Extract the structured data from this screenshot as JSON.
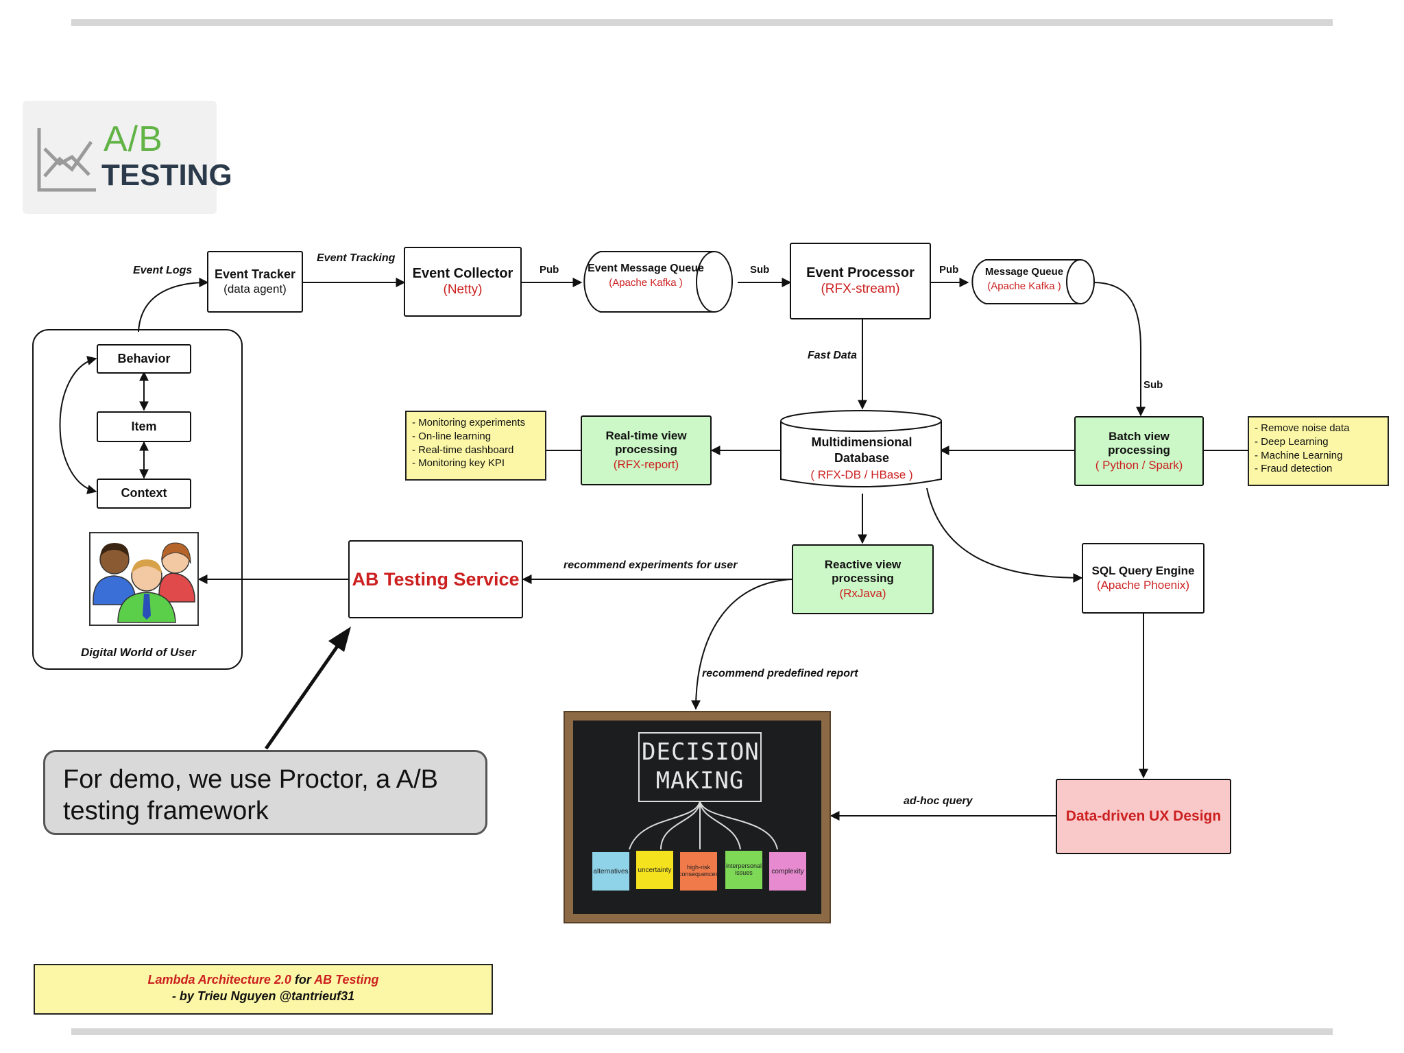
{
  "logo": {
    "line1": "A/B",
    "line2": "TESTING",
    "icon": "chart-trend-icon"
  },
  "user_world": {
    "behavior": "Behavior",
    "item": "Item",
    "context": "Context",
    "caption": "Digital World of User",
    "icon": "users-group-icon"
  },
  "nodes": {
    "event_tracker": {
      "title": "Event Tracker",
      "sub": "(data agent)"
    },
    "event_collector": {
      "title": "Event Collector",
      "sub": "(Netty)"
    },
    "event_mq": {
      "title": "Event Message Queue",
      "sub": "(Apache Kafka )"
    },
    "event_processor": {
      "title": "Event Processor",
      "sub": "(RFX-stream)"
    },
    "mq": {
      "title": "Message Queue",
      "sub": "(Apache Kafka )"
    },
    "database": {
      "title": "Multidimensional Database",
      "sub": "( RFX-DB / HBase )"
    },
    "realtime": {
      "title": "Real-time view processing",
      "sub": "(RFX-report)"
    },
    "batch": {
      "title": "Batch view processing",
      "sub": "( Python / Spark)"
    },
    "reactive": {
      "title": "Reactive view processing",
      "sub": "(RxJava)"
    },
    "sql": {
      "title": "SQL Query Engine",
      "sub": "(Apache Phoenix)"
    },
    "ab_service": {
      "title": "AB Testing Service"
    },
    "ux": {
      "title": "Data-driven UX Design"
    }
  },
  "edges": {
    "event_logs": "Event Logs",
    "event_tracking": "Event Tracking",
    "pub1": "Pub",
    "sub1": "Sub",
    "pub2": "Pub",
    "sub2": "Sub",
    "fast_data": "Fast Data",
    "recommend_experiments": "recommend experiments for user",
    "recommend_report": "recommend predefined report",
    "adhoc": "ad-hoc query"
  },
  "notes": {
    "left": [
      "- Monitoring experiments",
      "- On-line learning",
      "- Real-time dashboard",
      "- Monitoring key KPI"
    ],
    "right": [
      "- Remove noise data",
      "- Deep Learning",
      "- Machine Learning",
      "- Fraud detection"
    ]
  },
  "chalkboard": {
    "title_line1": "DECISION",
    "title_line2": "MAKING",
    "stickies": [
      {
        "text": "alternatives",
        "color": "#8fd3e8"
      },
      {
        "text": "uncertainty",
        "color": "#f4e21f"
      },
      {
        "text": "high-risk consequences",
        "color": "#f07a4a"
      },
      {
        "text": "interpersonal issues",
        "color": "#7ed957"
      },
      {
        "text": "complexity",
        "color": "#e78ad0"
      }
    ]
  },
  "callout": {
    "text": "For demo, we use Proctor, a A/B testing framework"
  },
  "credit": {
    "part1": "Lambda Architecture 2.0",
    "part2": " for ",
    "part3": "AB Testing",
    "line2": "- by Trieu Nguyen @tantrieuf31"
  }
}
